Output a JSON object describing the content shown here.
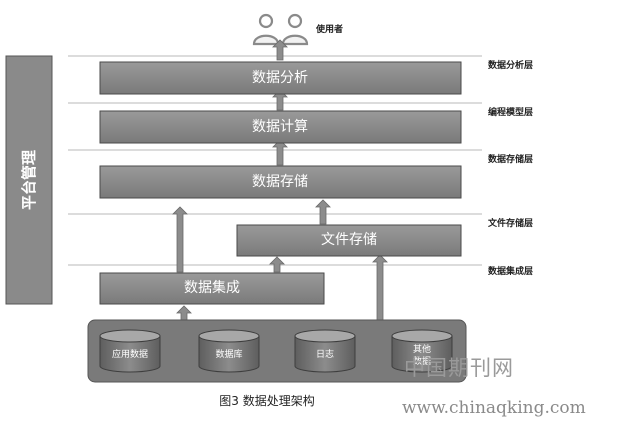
{
  "diagram": {
    "title": "图3 数据处理架构",
    "user_label": "使用者",
    "side_bar": "平台管理",
    "modules": {
      "data_analysis": "数据分析",
      "data_compute": "数据计算",
      "data_storage": "数据存储",
      "file_storage": "文件存储",
      "data_integration": "数据集成"
    },
    "layers": [
      "数据分析层",
      "编程模型层",
      "数据存储层",
      "文件存储层",
      "数据集成层"
    ],
    "sources": [
      "应用数据",
      "数据库",
      "日志",
      "其他",
      "数据"
    ]
  },
  "watermark": {
    "cn": "中国期刊网",
    "url": "www.chinaqking.com"
  },
  "colors": {
    "module_fill": "#858585",
    "module_stroke": "#4a4a4a",
    "sidebar_fill": "#8a8a8a",
    "layer_line": "#b5b5b5",
    "arrow": "#8c8c8c",
    "source_panel": "#7a7a7a"
  }
}
